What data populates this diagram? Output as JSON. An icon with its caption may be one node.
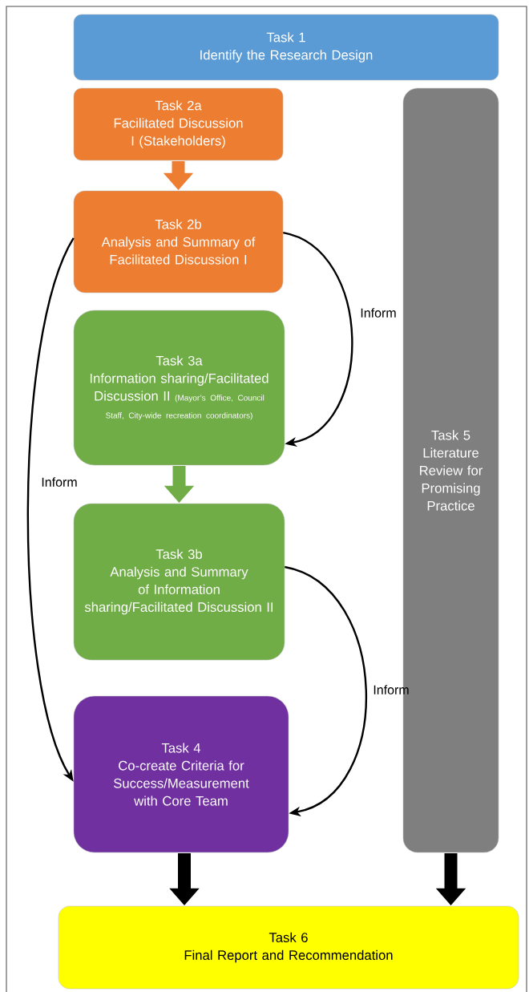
{
  "diagram": {
    "nodes": [
      {
        "text": [
          "Task 1",
          "Identify the Research Design"
        ]
      },
      {
        "text": [
          "Task 2a",
          "Facilitated Discussion I (Stakeholders)"
        ]
      },
      {
        "text": [
          "Task 5",
          "Literature Review for Promising Practice"
        ]
      },
      {
        "text": [
          "Task 2b",
          "Analysis and Summary of Facilitated Discussion I"
        ]
      },
      {
        "text": [
          "Task 3a",
          "Information sharing/Facilitated Discussion II",
          "(Mayor’s Office, Council Staff, City-wide recreation coordinators)"
        ]
      },
      {
        "text": [
          "Task 3b",
          "Analysis and Summary of Information sharing/Facilitated Discussion II"
        ]
      },
      {
        "text": [
          "Task 4",
          "Co-create Criteria for Success/Measurement with Core Team"
        ]
      },
      {
        "text": [
          "Task 6",
          "Final Report and Recommendation"
        ]
      }
    ],
    "edges": [
      {
        "from": 1,
        "to": 3,
        "arrow": "to",
        "color": "#ed7d31"
      },
      {
        "from": 3,
        "to": 4,
        "arrow": "to",
        "label": "Inform"
      },
      {
        "from": 3,
        "to": 6,
        "arrow": "to",
        "label": "Inform"
      },
      {
        "from": 4,
        "to": 5,
        "arrow": "to",
        "color": "#70ad47"
      },
      {
        "from": 5,
        "to": 6,
        "arrow": "to",
        "label": "Inform"
      },
      {
        "from": 6,
        "to": 7,
        "arrow": "to"
      },
      {
        "from": 2,
        "to": 7,
        "arrow": "to"
      }
    ]
  }
}
